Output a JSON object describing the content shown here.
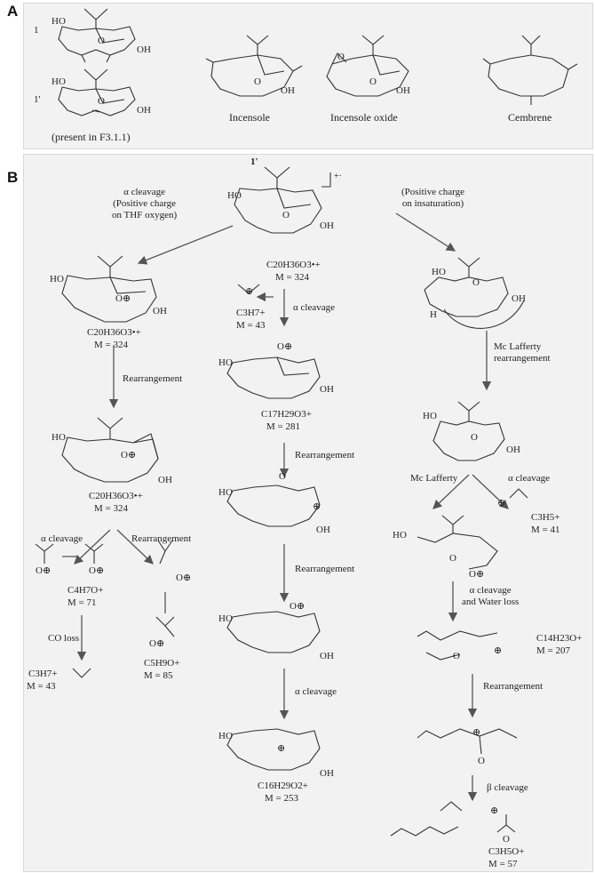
{
  "panel_a": {
    "label": "A",
    "compound_1_label": "1",
    "compound_1p_label": "1'",
    "present_note": "(present in F3.1.1)",
    "incensole": "Incensole",
    "incensole_oxide": "Incensole oxide",
    "cembrene": "Cembrene",
    "struct_labels": {
      "ho": "HO",
      "o": "O",
      "oh": "OH"
    }
  },
  "panel_b": {
    "label": "B",
    "start_label": "1'",
    "radical_cation": "+·",
    "parent_formula": "C20H36O3•+",
    "parent_mass": "M = 324",
    "left_branch_note": "α cleavage\n(Positive charge\non THF oxygen)",
    "right_branch_note": "(Positive charge\non insaturation)",
    "left_formula_1": "C20H36O3•+",
    "left_mass_1": "M = 324",
    "left_step_1": "Rearrangement",
    "left_formula_2": "C20H36O3•+",
    "left_mass_2": "M = 324",
    "left_alpha": "α cleavage",
    "left_rearr": "Rearrangement",
    "c4_formula": "C4H7O+",
    "c4_mass": "M = 71",
    "co_loss": "CO loss",
    "c3h7_formula_left": "C3H7+",
    "c3h7_mass_left": "M = 43",
    "c5_formula": "C5H9O+",
    "c5_mass": "M = 85",
    "mid_c3h7_formula": "C3H7+",
    "mid_c3h7_mass": "M = 43",
    "mid_alpha_1": "α cleavage",
    "mid_formula_1": "C17H29O3+",
    "mid_mass_1": "M = 281",
    "mid_step_1": "Rearrangement",
    "mid_step_2": "Rearrangement",
    "mid_alpha_2": "α cleavage",
    "mid_formula_2": "C16H29O2+",
    "mid_mass_2": "M = 253",
    "right_mclafferty_rearr": "Mc Lafferty\nrearrangement",
    "right_mclafferty": "Mc Lafferty",
    "right_alpha": "α cleavage",
    "c3h5_formula": "C3H5+",
    "c3h5_mass": "M = 41",
    "right_alpha_water": "α cleavage\nand Water loss",
    "c14_formula": "C14H23O+",
    "c14_mass": "M = 207",
    "right_rearr": "Rearrangement",
    "beta_cleavage": "β cleavage",
    "c3h5o_formula": "C3H5O+",
    "c3h5o_mass": "M = 57",
    "struct_labels": {
      "ho": "HO",
      "o": "O",
      "oh": "OH",
      "h": "H",
      "plus": "⊕",
      "oplus": "O⊕"
    }
  },
  "colors": {
    "panel_bg": "#f2f2f2",
    "ink": "#222222",
    "arrow": "#555555"
  }
}
